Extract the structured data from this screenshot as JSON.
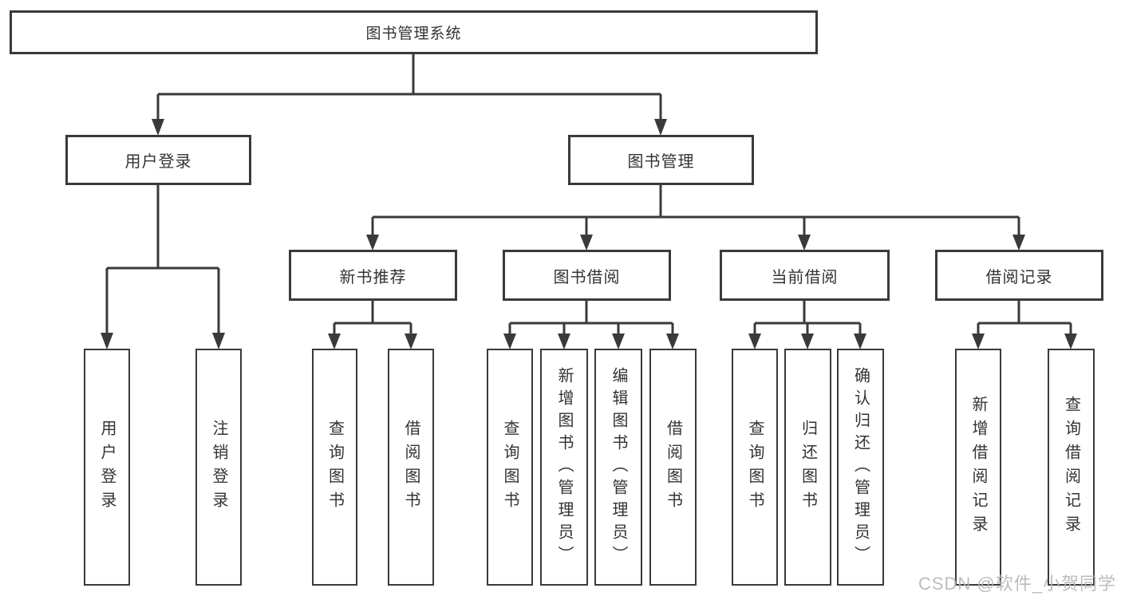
{
  "diagram": {
    "title": "图书管理系统",
    "tree": {
      "root": {
        "label": "图书管理系统"
      },
      "children": [
        {
          "label": "用户登录",
          "children": [
            {
              "label": "用户登录"
            },
            {
              "label": "注销登录"
            }
          ]
        },
        {
          "label": "图书管理",
          "children": [
            {
              "label": "新书推荐",
              "children": [
                {
                  "label": "查询图书"
                },
                {
                  "label": "借阅图书"
                }
              ]
            },
            {
              "label": "图书借阅",
              "children": [
                {
                  "label": "查询图书"
                },
                {
                  "label": "新增图书（管理员）"
                },
                {
                  "label": "编辑图书（管理员）"
                },
                {
                  "label": "借阅图书"
                }
              ]
            },
            {
              "label": "当前借阅",
              "children": [
                {
                  "label": "查询图书"
                },
                {
                  "label": "归还图书"
                },
                {
                  "label": "确认归还（管理员）"
                }
              ]
            },
            {
              "label": "借阅记录",
              "children": [
                {
                  "label": "新增借阅记录"
                },
                {
                  "label": "查询借阅记录"
                }
              ]
            }
          ]
        }
      ]
    }
  },
  "watermark": {
    "text": "CSDN @软件_小贺同学"
  },
  "colors": {
    "line": "#3a3a3a",
    "box_border": "#3a3a3a",
    "text": "#333333",
    "background": "#ffffff",
    "watermark_text": "#b6b6b6"
  }
}
